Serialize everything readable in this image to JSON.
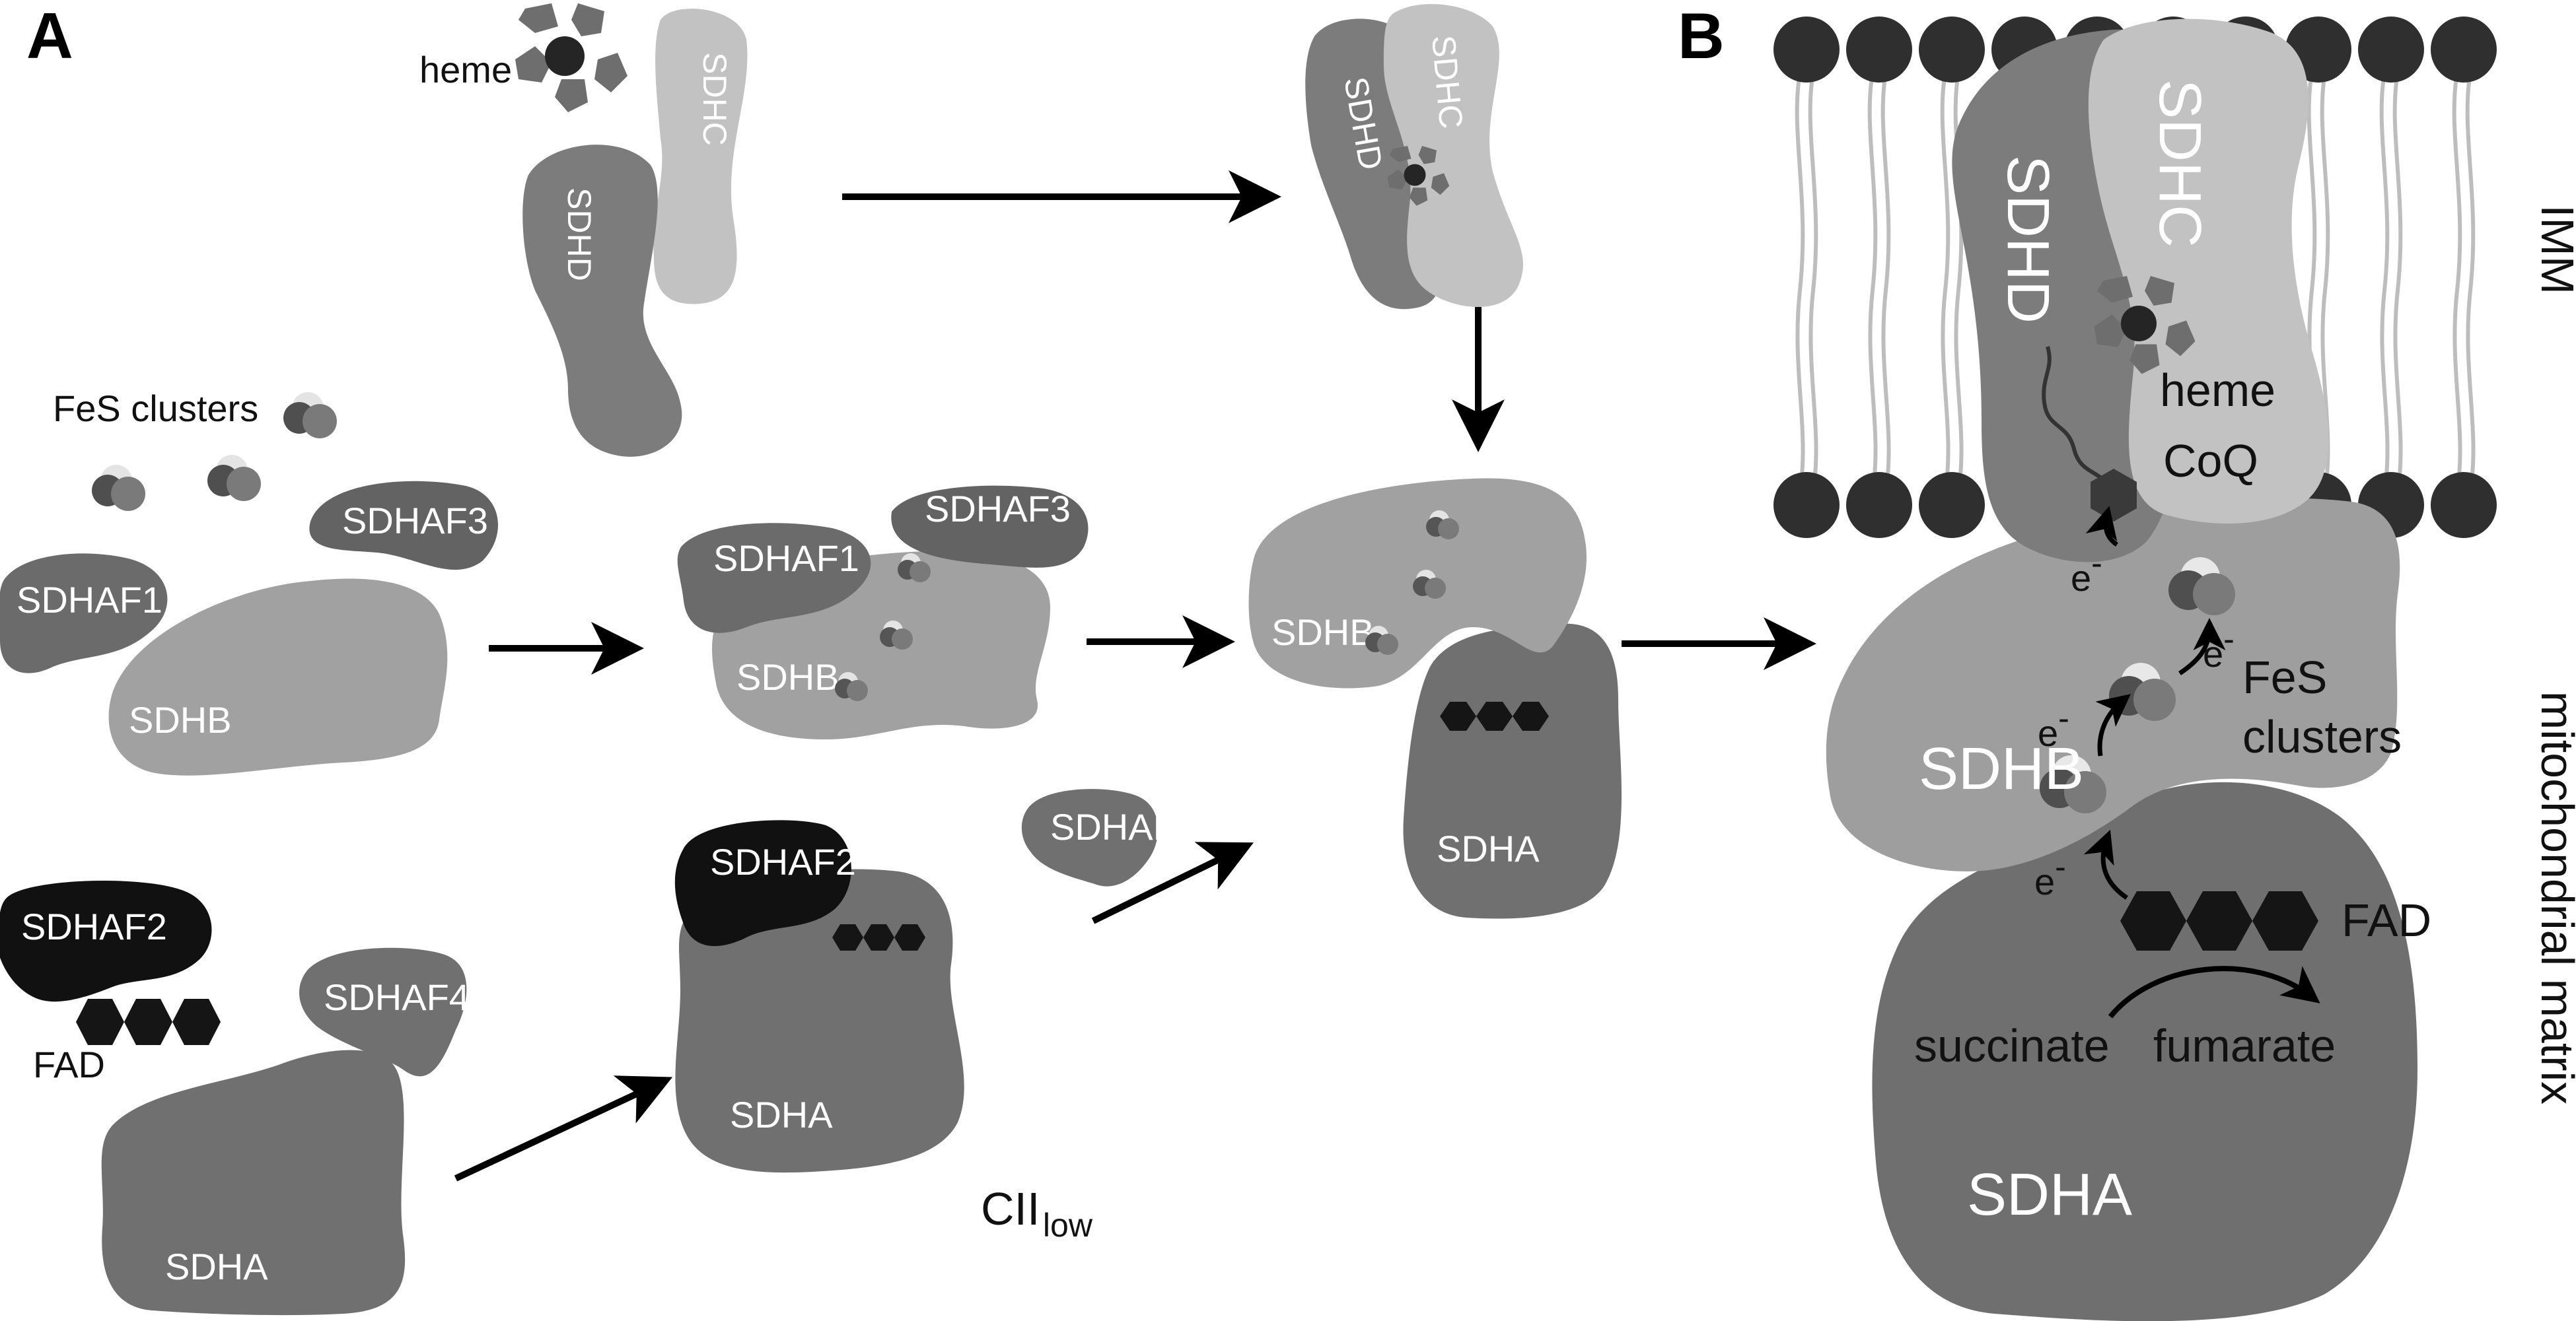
{
  "colors": {
    "sdha": "#6f6f6f",
    "sdhb": "#9e9e9e",
    "sdhc": "#c2c2c2",
    "sdhd": "#7c7c7c",
    "sdhaf1": "#6b6b6b",
    "sdhaf2": "#111111",
    "sdhaf3": "#636363",
    "sdhaf4": "#6f6f6f",
    "heme_pentagon": "#6e6e6e",
    "heme_iron": "#252525",
    "fad": "#151515",
    "lipid_head": "#2f2f2f",
    "lipid_tail": "#bdbdbd",
    "arrow": "#000000"
  },
  "panel_a": {
    "letter": "A",
    "heme_label": "heme",
    "sdhc_label": "SDHC",
    "sdhd_label": "SDHD",
    "fes_label": "FeS clusters",
    "sdhaf1_label": "SDHAF1",
    "sdhaf3_label": "SDHAF3",
    "sdhb_label": "SDHB",
    "sdhaf2_label": "SDHAF2",
    "sdhaf4_label": "SDHAF4",
    "fad_label": "FAD",
    "sdha_label": "SDHA",
    "cii_main": "CII",
    "cii_sub": "low"
  },
  "panel_b": {
    "letter": "B",
    "sdhd_label": "SDHD",
    "sdhc_label": "SDHC",
    "imm_label": "IMM",
    "matrix_label": "mitochondrial matrix",
    "heme_label": "heme",
    "coq_label": "CoQ",
    "electron": "e",
    "electron_charge": "-",
    "fes_label_line1": "FeS",
    "fes_label_line2": "clusters",
    "sdhb_label": "SDHB",
    "fad_label": "FAD",
    "succinate_label": "succinate",
    "fumarate_label": "fumarate",
    "sdha_label": "SDHA"
  }
}
